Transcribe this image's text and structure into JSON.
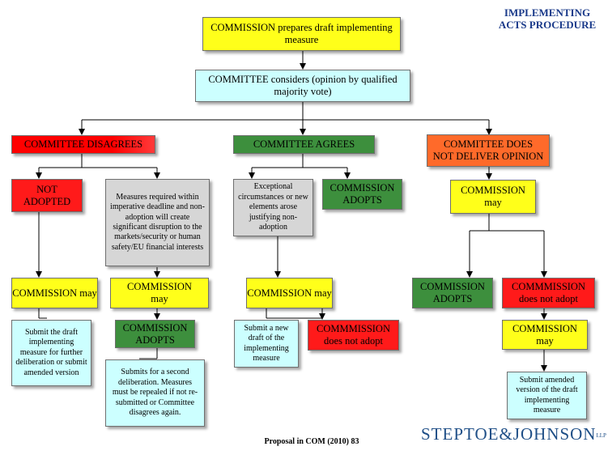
{
  "title": "IMPLEMENTING\nACTS PROCEDURE",
  "footer": "Proposal in COM (2010) 83",
  "logo": {
    "name": "STEPTOE&JOHNSON",
    "suffix": "LLP"
  },
  "nodes": {
    "commission_prepares": "COMMISSION prepares draft implementing measure",
    "committee_considers": "COMMITTEE considers (opinion by qualified majority vote)",
    "committee_disagrees": "COMMITTEE DISAGREES",
    "committee_agrees": "COMMITTEE AGREES",
    "committee_no_opinion": "COMMITTEE DOES NOT DELIVER OPINION",
    "not_adopted": "NOT ADOPTED",
    "measures_required": "Measures required within imperative deadline and non-adoption will create significant disruption to the markets/security or human safety/EU financial interests",
    "exceptional": "Exceptional circumstances or new elements arose justifying non-adoption",
    "commission_adopts_agree": "COMMISSION ADOPTS",
    "commission_may_noopinion": "COMMISSION may",
    "commission_may_1": "COMMISSION may",
    "commission_may_2": "COMMISSION may",
    "commission_may_3": "COMMISSION may",
    "commission_adopts_noopinion": "COMMISSION ADOPTS",
    "commission_not_adopt_noopinion": "COMMMISSION does not adopt",
    "submit_draft": "Submit the draft implementing measure for further deliberation or submit amended version",
    "commission_adopts_2": "COMMISSION ADOPTS",
    "submit_new_draft": "Submit a new draft of the implementing measure",
    "commission_not_adopt_3": "COMMMISSION does not adopt",
    "commission_may_4": "COMMISSION may",
    "submits_second": "Submits for a second deliberation. Measures must be repealed if not re-submitted or Committee disagrees again.",
    "submit_amended": "Submit amended version of the draft implementing measure"
  },
  "colors": {
    "yellow": "#ffff1a",
    "cyan": "#ccffff",
    "red": "#ff1a1a",
    "green": "#3d8f3d",
    "orange": "#ff6a2a",
    "gray": "#d6d6d6",
    "title": "#1a3a8a",
    "logo": "#1f4f87"
  }
}
